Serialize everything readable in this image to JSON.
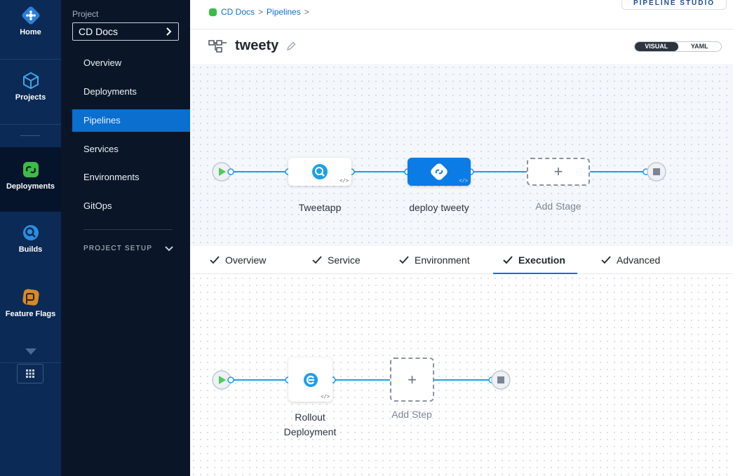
{
  "rail": {
    "items": [
      {
        "label": "Home",
        "icon": "home-icon"
      },
      {
        "label": "Projects",
        "icon": "projects-icon"
      },
      {
        "label": "Deployments",
        "icon": "deployments-icon"
      },
      {
        "label": "Builds",
        "icon": "builds-icon"
      },
      {
        "label": "Feature Flags",
        "icon": "feature-flags-icon"
      }
    ]
  },
  "nav": {
    "project_label": "Project",
    "project_name": "CD Docs",
    "items": [
      "Overview",
      "Deployments",
      "Pipelines",
      "Services",
      "Environments",
      "GitOps"
    ],
    "active": "Pipelines",
    "setup_label": "PROJECT SETUP"
  },
  "breadcrumbs": [
    "CD Docs",
    "Pipelines"
  ],
  "studio_label": "PIPELINE STUDIO",
  "pipeline": {
    "title": "tweety",
    "view_toggle": {
      "visual": "VISUAL",
      "yaml": "YAML",
      "selected": "VISUAL"
    },
    "stages": [
      {
        "name": "Tweetapp",
        "icon": "build-stage-icon"
      },
      {
        "name": "deploy tweety",
        "icon": "deploy-stage-icon",
        "selected": true
      }
    ],
    "add_stage_label": "Add Stage"
  },
  "stage_tabs": {
    "items": [
      "Overview",
      "Service",
      "Environment",
      "Execution",
      "Advanced"
    ],
    "active": "Execution"
  },
  "execution": {
    "steps": [
      {
        "name_line1": "Rollout",
        "name_line2": "Deployment",
        "icon": "rollout-icon"
      }
    ],
    "add_step_label": "Add Step"
  },
  "colors": {
    "accent": "#0b6fd8",
    "rail_bg": "#0b2a55",
    "nav_bg": "#0a1628",
    "connector": "#1ba0e6"
  }
}
